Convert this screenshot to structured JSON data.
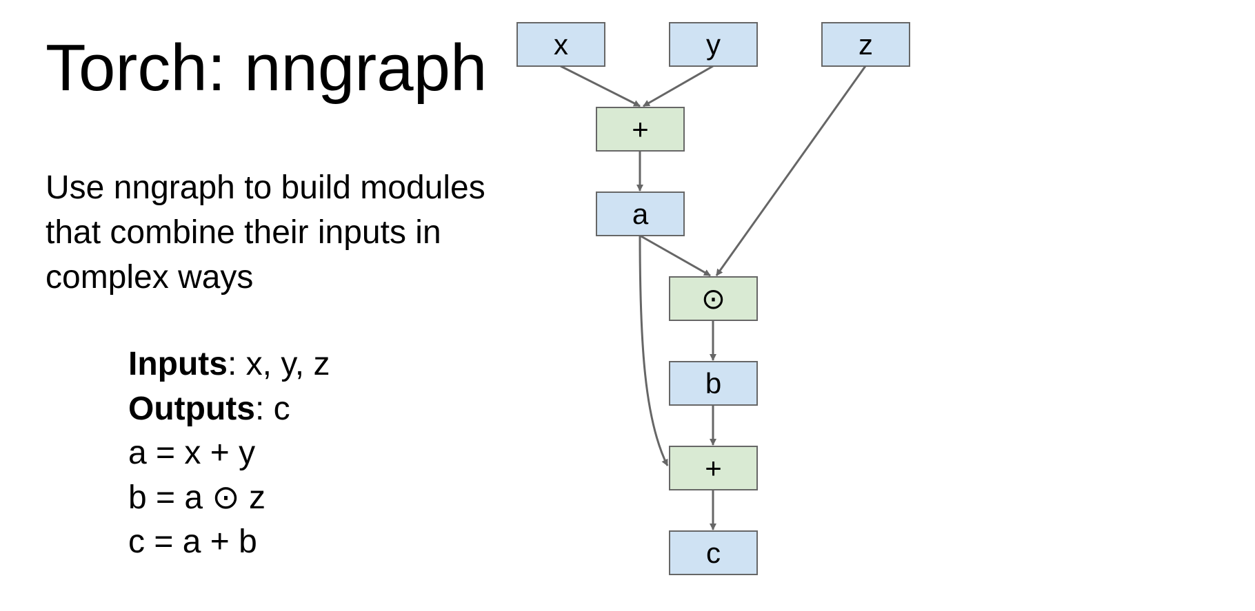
{
  "title": "Torch: nngraph",
  "description_lines": [
    "Use nngraph to build modules",
    "that combine their inputs in",
    "complex ways"
  ],
  "spec": {
    "inputs_label": "Inputs",
    "inputs_value": ": x, y, z",
    "outputs_label": "Outputs",
    "outputs_value": ": c",
    "equations": [
      "a = x + y",
      "b = a ⊙ z",
      "c = a + b"
    ]
  },
  "graph": {
    "colors": {
      "variable_fill": "#cfe2f3",
      "operation_fill": "#d9ead3",
      "border": "#666666",
      "edge": "#666666"
    },
    "nodes": [
      {
        "id": "x",
        "label": "x",
        "kind": "variable"
      },
      {
        "id": "y",
        "label": "y",
        "kind": "variable"
      },
      {
        "id": "z",
        "label": "z",
        "kind": "variable"
      },
      {
        "id": "plus1",
        "label": "+",
        "kind": "operation"
      },
      {
        "id": "a",
        "label": "a",
        "kind": "variable"
      },
      {
        "id": "odot",
        "label": "⊙",
        "kind": "operation"
      },
      {
        "id": "b",
        "label": "b",
        "kind": "variable"
      },
      {
        "id": "plus2",
        "label": "+",
        "kind": "operation"
      },
      {
        "id": "c",
        "label": "c",
        "kind": "variable"
      }
    ],
    "edges": [
      {
        "from": "x",
        "to": "plus1"
      },
      {
        "from": "y",
        "to": "plus1"
      },
      {
        "from": "plus1",
        "to": "a"
      },
      {
        "from": "a",
        "to": "odot"
      },
      {
        "from": "z",
        "to": "odot"
      },
      {
        "from": "odot",
        "to": "b"
      },
      {
        "from": "b",
        "to": "plus2"
      },
      {
        "from": "a",
        "to": "plus2"
      },
      {
        "from": "plus2",
        "to": "c"
      }
    ]
  }
}
